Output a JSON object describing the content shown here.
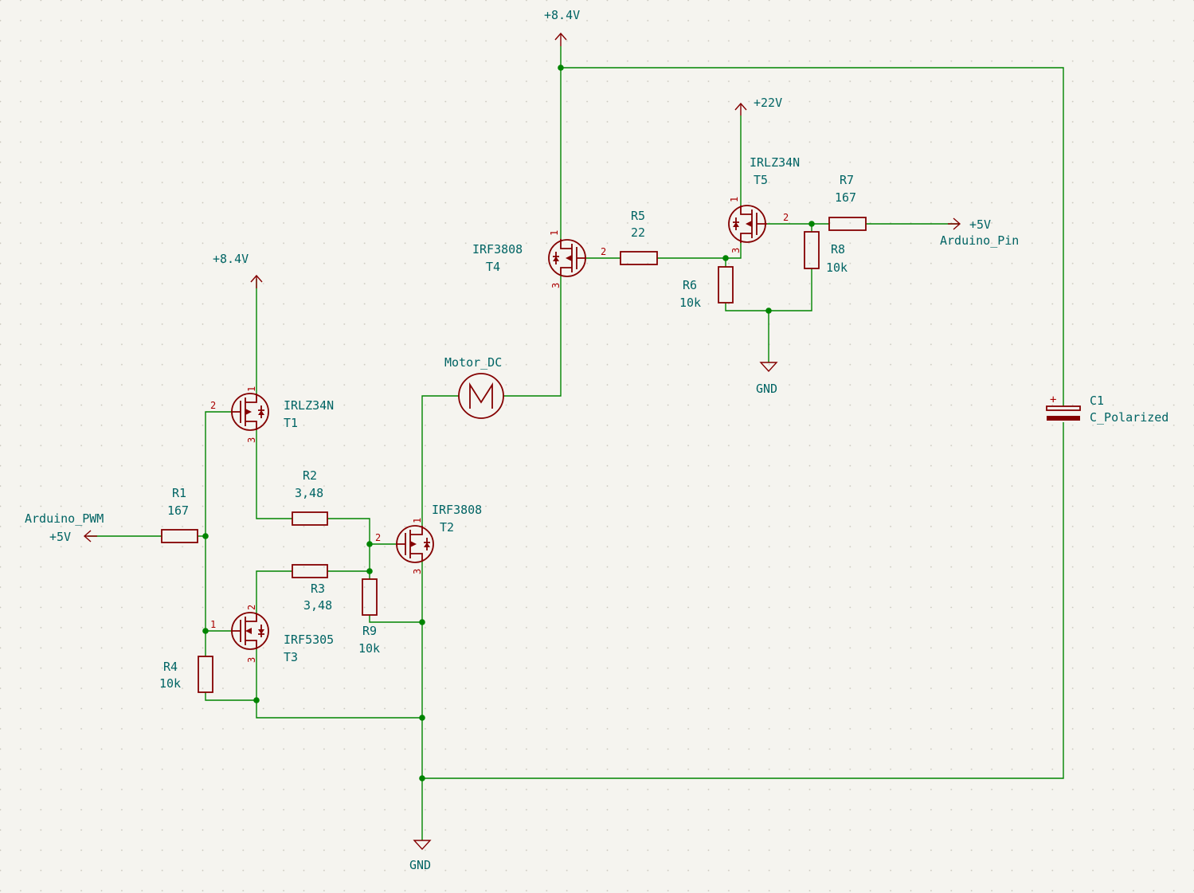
{
  "power_labels": {
    "p84_top": "+8.4V",
    "p84_left": "+8.4V",
    "p22": "+22V",
    "p5_right": "+5V",
    "p5_left": "+5V",
    "gnd_top": "GND",
    "gnd_bottom": "GND"
  },
  "net_labels": {
    "arduino_pin": "Arduino_Pin",
    "arduino_pwm": "Arduino_PWM"
  },
  "components": {
    "T1": {
      "ref": "T1",
      "value": "IRLZ34N"
    },
    "T2": {
      "ref": "T2",
      "value": "IRF3808"
    },
    "T3": {
      "ref": "T3",
      "value": "IRF5305"
    },
    "T4": {
      "ref": "T4",
      "value": "IRF3808"
    },
    "T5": {
      "ref": "T5",
      "value": "IRLZ34N"
    },
    "R1": {
      "ref": "R1",
      "value": "167"
    },
    "R2": {
      "ref": "R2",
      "value": "3,48"
    },
    "R3": {
      "ref": "R3",
      "value": "3,48"
    },
    "R4": {
      "ref": "R4",
      "value": "10k"
    },
    "R5": {
      "ref": "R5",
      "value": "22"
    },
    "R6": {
      "ref": "R6",
      "value": "10k"
    },
    "R7": {
      "ref": "R7",
      "value": "167"
    },
    "R8": {
      "ref": "R8",
      "value": "10k"
    },
    "R9": {
      "ref": "R9",
      "value": "10k"
    },
    "C1": {
      "ref": "C1",
      "value": "C_Polarized"
    },
    "M1": {
      "value": "Motor_DC"
    }
  },
  "pin_numbers": {
    "one": "1",
    "two": "2",
    "three": "3"
  },
  "polarity_mark": "+",
  "colors": {
    "background": "#f5f4ef",
    "wire": "#008400",
    "symbol": "#840000",
    "text": "#006464",
    "grid_dot": "#c9c6bc"
  }
}
